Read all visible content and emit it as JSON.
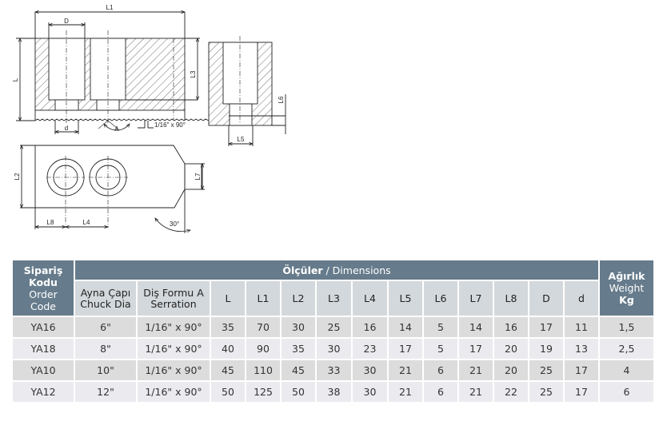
{
  "drawing": {
    "labels": {
      "L1": "L1",
      "D": "D",
      "L": "L",
      "L3": "L3",
      "d": "d",
      "A": "A",
      "serration": "1/16\" x 90°",
      "L6": "L6",
      "L5": "L5",
      "L2": "L2",
      "L7": "L7",
      "L8": "L8",
      "L4": "L4",
      "angle": "30°"
    }
  },
  "table": {
    "order_code_header": [
      "Sipariş",
      "Kodu",
      "Order",
      "Code"
    ],
    "dimensions_header": {
      "tr": "Ölçüler",
      "sep": " / ",
      "en": "Dimensions"
    },
    "weight_header": [
      "Ağırlık",
      "Weight",
      "Kg"
    ],
    "sub_headers": [
      {
        "tr": "Ayna Çapı",
        "en": "Chuck Dia"
      },
      {
        "tr": "Diş Formu A",
        "en": "Serration"
      }
    ],
    "dim_columns": [
      "L",
      "L1",
      "L2",
      "L3",
      "L4",
      "L5",
      "L6",
      "L7",
      "L8",
      "D",
      "d"
    ],
    "rows": [
      {
        "code": "YA16",
        "chuck": "6\"",
        "serration": "1/16\" x 90°",
        "dims": [
          "35",
          "70",
          "30",
          "25",
          "16",
          "14",
          "5",
          "14",
          "16",
          "17",
          "11"
        ],
        "weight": "1,5"
      },
      {
        "code": "YA18",
        "chuck": "8\"",
        "serration": "1/16\" x 90°",
        "dims": [
          "40",
          "90",
          "35",
          "30",
          "23",
          "17",
          "5",
          "17",
          "20",
          "19",
          "13"
        ],
        "weight": "2,5"
      },
      {
        "code": "YA10",
        "chuck": "10\"",
        "serration": "1/16\" x 90°",
        "dims": [
          "45",
          "110",
          "45",
          "33",
          "30",
          "21",
          "6",
          "21",
          "20",
          "25",
          "17"
        ],
        "weight": "4"
      },
      {
        "code": "YA12",
        "chuck": "12\"",
        "serration": "1/16\" x 90°",
        "dims": [
          "50",
          "125",
          "50",
          "38",
          "30",
          "21",
          "6",
          "21",
          "22",
          "25",
          "17"
        ],
        "weight": "6"
      }
    ]
  }
}
